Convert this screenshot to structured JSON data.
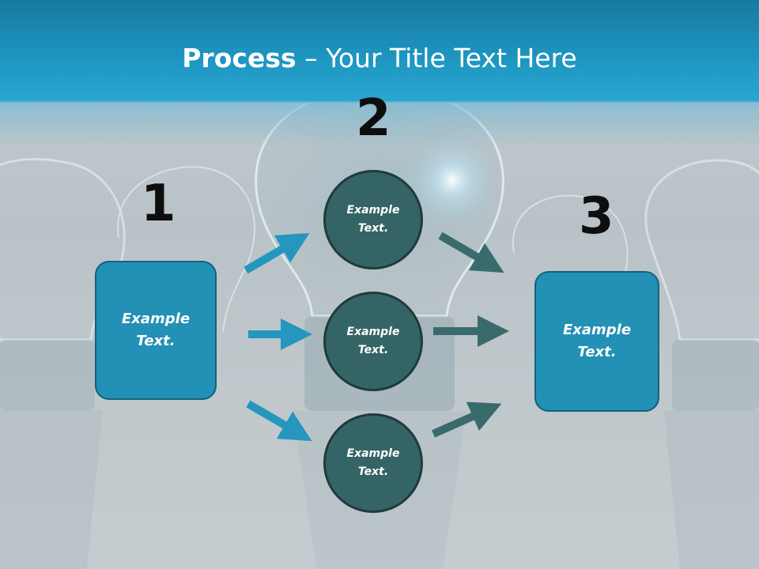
{
  "title": {
    "bold": "Process",
    "rest": " – Your Title Text Here"
  },
  "steps": [
    "1",
    "2",
    "3"
  ],
  "left_box": {
    "label": "Example Text."
  },
  "right_box": {
    "label": "Example Text."
  },
  "circles": [
    {
      "label": "Example Text."
    },
    {
      "label": "Example Text."
    },
    {
      "label": "Example Text."
    }
  ],
  "colors": {
    "header": "#1d95c0",
    "box_fill": "#2390b5",
    "circle_fill": "#356466",
    "arrow_blue": "#2596be",
    "arrow_teal": "#3a6b6c"
  }
}
